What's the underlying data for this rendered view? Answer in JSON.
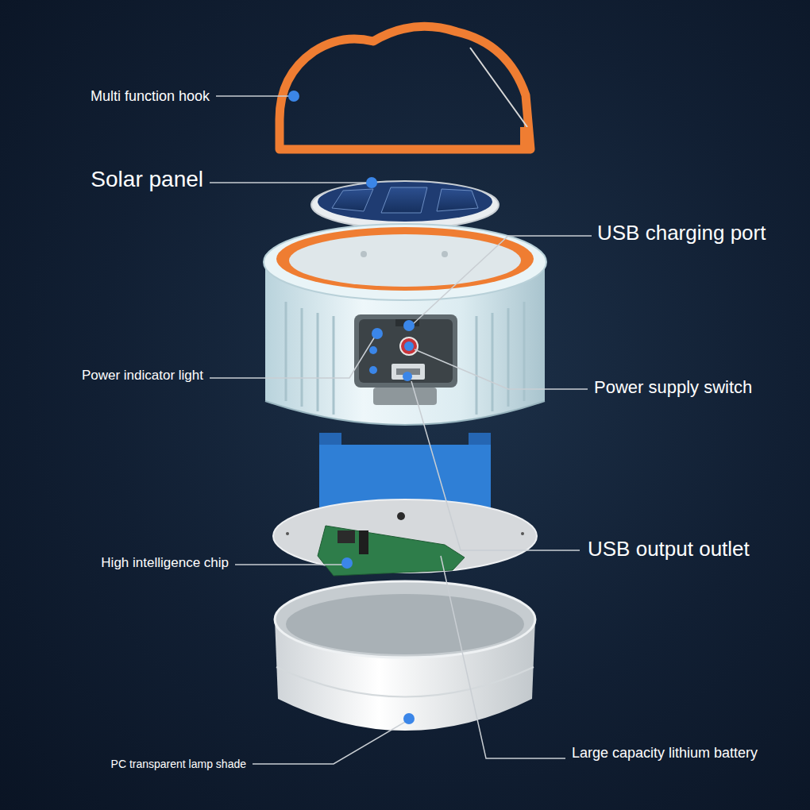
{
  "diagram": {
    "labels": [
      "Multi function hook",
      "Solar panel",
      "USB charging port",
      "Power indicator light",
      "Power supply switch",
      "High intelligence chip",
      "USB output outlet",
      "PC transparent lamp shade",
      "Large capacity lithium battery"
    ]
  }
}
